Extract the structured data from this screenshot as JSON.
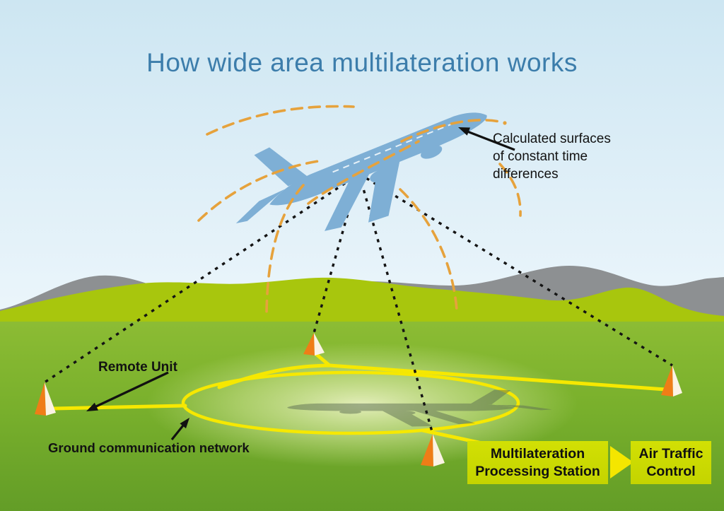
{
  "title": "How wide area multilateration works",
  "labels": {
    "calculated_surfaces": "Calculated surfaces\nof constant time\ndifferences",
    "remote_unit": "Remote Unit",
    "ground_network": "Ground communication network"
  },
  "flow": {
    "processing_station": "Multilateration\nProcessing Station",
    "air_traffic_control": "Air Traffic\nControl"
  },
  "icons": {
    "aircraft": "airplane-silhouette",
    "aircraft_shadow": "airplane-ground-shadow",
    "remote_unit_marker": "orange-white-cone",
    "flow_arrow": "yellow-triangle-right",
    "time_surfaces": "orange-dashed-arcs",
    "signal_paths": "black-dotted-lines",
    "network": "yellow-ground-network"
  },
  "colors": {
    "title_text": "#3c7dab",
    "sky_top": "#cfe7f3",
    "sky_horizon": "#ecf5fa",
    "mountain_gray": "#8d9092",
    "hill_green": "#a8c60d",
    "field_green": "#7bb02d",
    "arc_orange": "#e6a23c",
    "network_yellow": "#f6e800",
    "plane_blue": "#7eafd5",
    "cone_orange": "#ef7d17",
    "box_green": "#cbd902",
    "label_text": "#121212"
  }
}
